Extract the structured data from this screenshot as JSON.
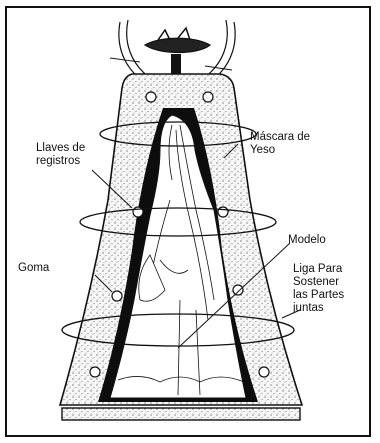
{
  "labels": {
    "llaves": "Llaves de\nregistros",
    "mascara": "Máscara de\nYeso",
    "modelo": "Modelo",
    "goma": "Goma",
    "liga": "Liga Para\nSostener\nlas Partes\njuntas"
  },
  "colors": {
    "ink": "#111111",
    "plaster": "#f4f4f4",
    "rubber": "#0d0d0d"
  }
}
